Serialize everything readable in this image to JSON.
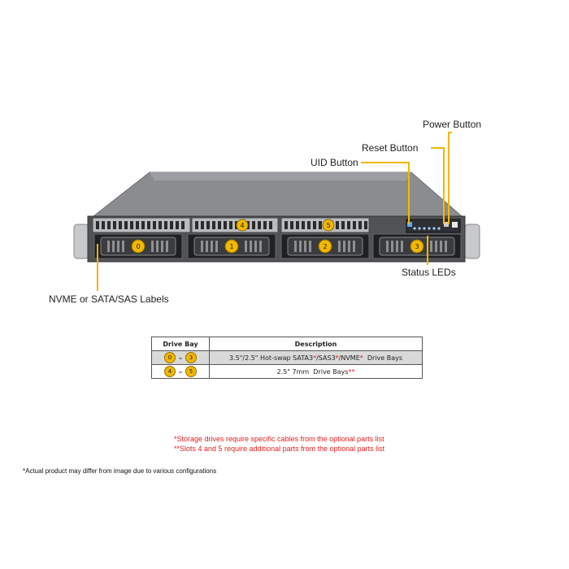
{
  "callouts": {
    "power_button": "Power Button",
    "reset_button": "Reset Button",
    "uid_button": "UID Button",
    "status_leds": "Status LEDs",
    "drive_labels": "NVME or SATA/SAS Labels"
  },
  "bays": {
    "front": [
      "0",
      "1",
      "2",
      "3"
    ],
    "top": [
      "4",
      "5"
    ]
  },
  "table": {
    "headers": [
      "Drive Bay",
      "Description"
    ],
    "rows": [
      {
        "from": "0",
        "to": "3",
        "desc_parts": [
          "3.5\"/2.5\" Hot-swap SATA3",
          "*",
          "/SAS3",
          "*",
          "/NVME",
          "*",
          "  Drive Bays"
        ]
      },
      {
        "from": "4",
        "to": "5",
        "desc_parts": [
          "2.5\" 7mm  Drive Bays",
          "**"
        ]
      }
    ]
  },
  "notes": [
    "*Storage drives require specific cables from the optional parts list",
    "**Slots 4 and 5 require additional parts from the optional parts list"
  ],
  "footnote": "*Actual product may differ from image due to various configurations",
  "colors": {
    "badge": "#f2b800",
    "callout_line": "#f2b800",
    "note_red": "#e02020"
  }
}
